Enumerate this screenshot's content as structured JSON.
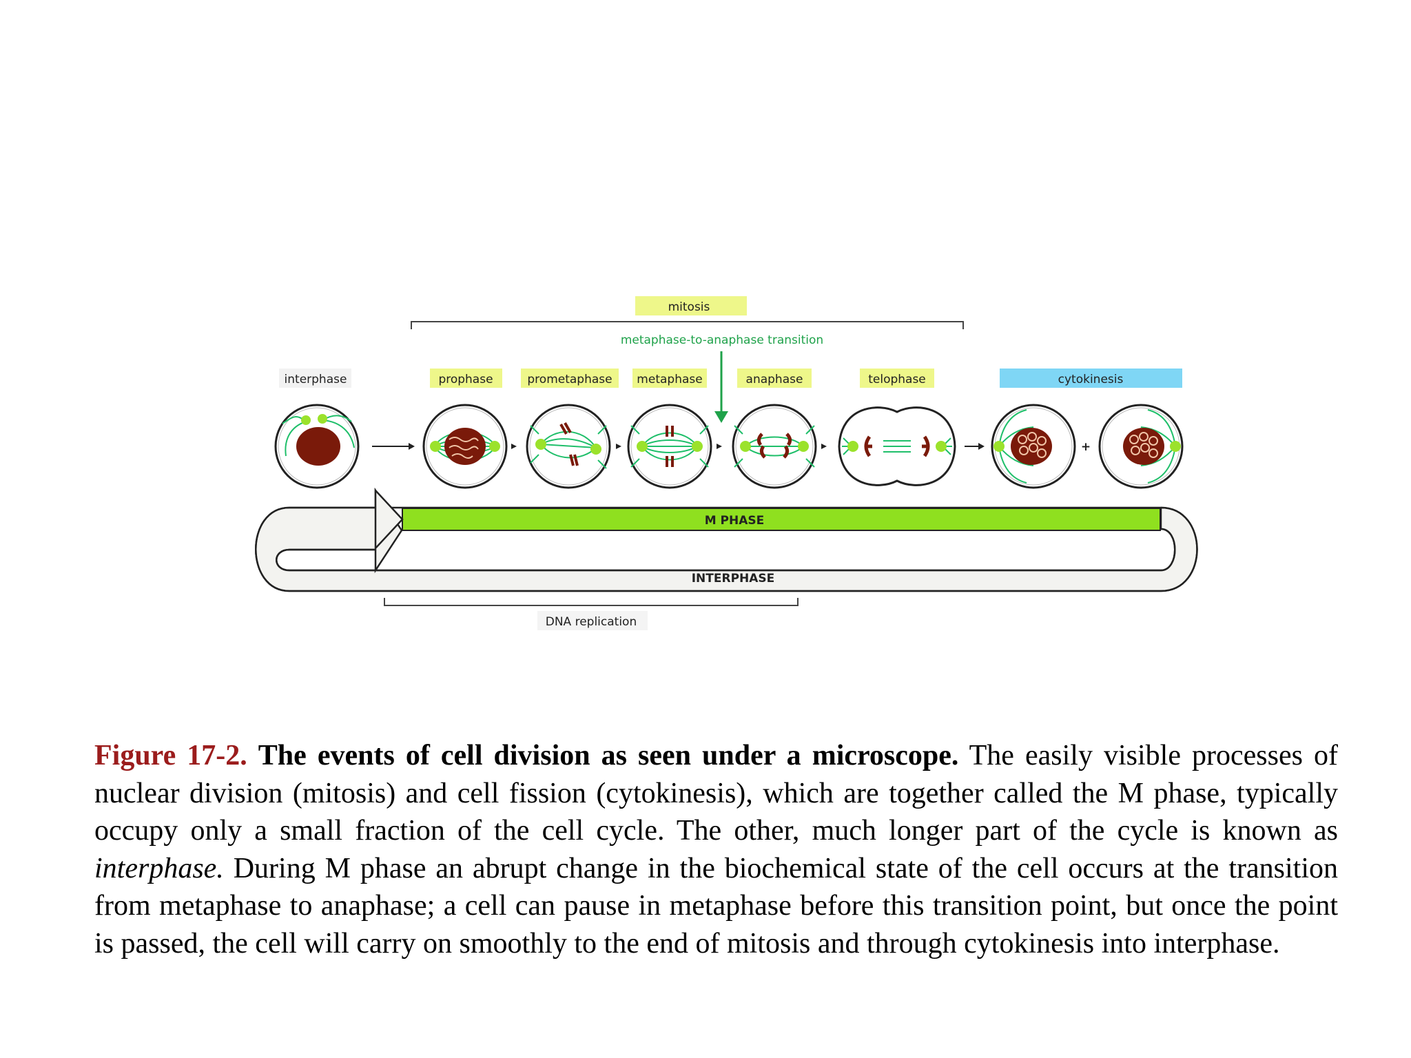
{
  "diagram": {
    "mitosis_label": "mitosis",
    "transition_label": "metaphase-to-anaphase transition",
    "stages": [
      {
        "label": "interphase"
      },
      {
        "label": "prophase"
      },
      {
        "label": "prometaphase"
      },
      {
        "label": "metaphase"
      },
      {
        "label": "anaphase"
      },
      {
        "label": "telophase"
      },
      {
        "label": "cytokinesis"
      }
    ],
    "plus_sign": "+",
    "m_phase_label": "M PHASE",
    "interphase_label": "INTERPHASE",
    "dna_replication_label": "DNA replication",
    "colors": {
      "stage_highlight": "#eef78a",
      "cytokinesis_highlight": "#7fd6f5",
      "m_phase_bar": "#8fe01f",
      "transition_arrow": "#1fa24a",
      "chromatin": "#7a1a0a",
      "spindle": "#1fbf6a",
      "centrosome": "#9be22b"
    }
  },
  "caption": {
    "figure_number": "Figure 17-2.",
    "title": "The events of cell division as seen under a microscope.",
    "text_part1": "The easily visible processes of nuclear division (mitosis) and cell fission (cytokinesis), which are together called the M phase, typically occupy only a small fraction of the cell cycle. The other, much longer part of the cycle is known as",
    "italic_word": "interphase.",
    "text_part2": "During M phase an abrupt change in the biochemical state of the cell occurs at the transition from metaphase to anaphase; a cell can pause in metaphase before this transition point, but once the point is passed, the cell will carry on smoothly to the end of mitosis and through cytokinesis into interphase."
  }
}
